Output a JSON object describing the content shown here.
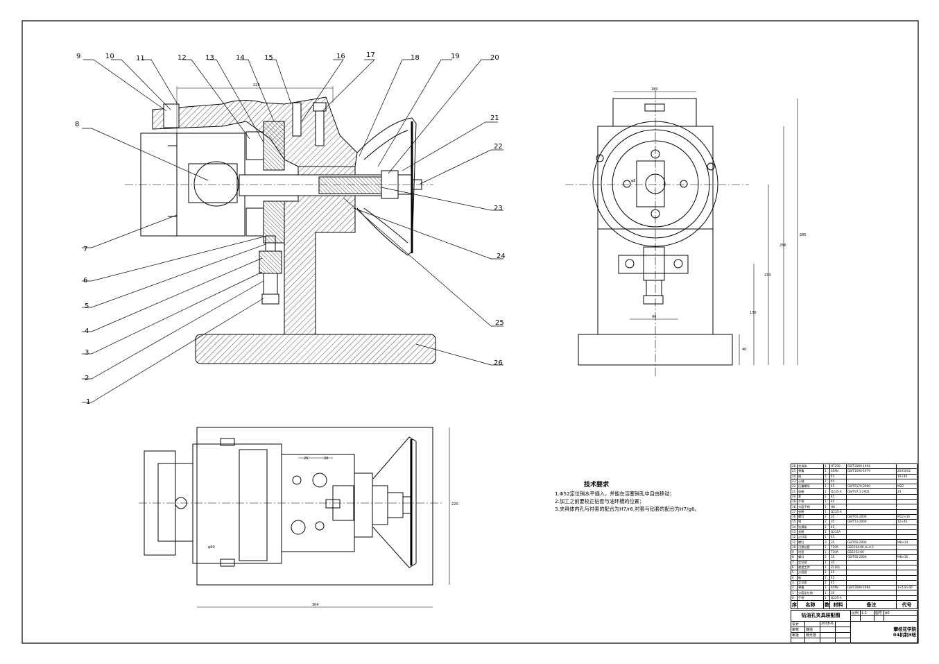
{
  "leaders": [
    "1",
    "2",
    "3",
    "4",
    "5",
    "6",
    "7",
    "8",
    "9",
    "10",
    "11",
    "12",
    "13",
    "14",
    "15",
    "16",
    "17",
    "18",
    "19",
    "20",
    "21",
    "22",
    "23",
    "24",
    "25",
    "26"
  ],
  "dimensions": {
    "front_top": "228",
    "side_width": "180",
    "side_h1": "285",
    "side_h2": "256",
    "side_h3": "233",
    "side_h4": "130",
    "side_h5": "40",
    "side_bottom": "94",
    "side_hole": "φ8",
    "plan_width": "304",
    "plan_height": "220",
    "plan_small_1": "26",
    "plan_small_2": "28",
    "plan_small_3": "φ60"
  },
  "tech_notes": {
    "title": "技术要求",
    "lines": [
      "1.Φ52定位销水平插入，并能在活塞销孔中自由移动；",
      "2.加工之前要校正钻套与油环槽的位置；",
      "3.夹具体内孔与衬套的配合为H7/r6,衬套与钻套的配合为H7/g6。"
    ]
  },
  "bom": {
    "header": [
      "序号",
      "名称",
      "数量",
      "材料",
      "备注",
      "代号"
    ],
    "rows": [
      [
        "26",
        "夹具体",
        "1",
        "HT200",
        "GB/T2089-1994",
        ""
      ],
      [
        "25",
        "弹簧",
        "1",
        "65Mn",
        "GB/T1096-1979",
        "20X50X2"
      ],
      [
        "24",
        "销",
        "1",
        "45",
        "",
        "10×40"
      ],
      [
        "23",
        "心轴",
        "1",
        "45",
        "",
        ""
      ],
      [
        "22",
        "压簧螺母",
        "1",
        "45",
        "GB/T6170-2000",
        "M20"
      ],
      [
        "21",
        "垫圈",
        "1",
        "Q235-A",
        "GB/T97.1-2002",
        "24"
      ],
      [
        "20",
        "套",
        "1",
        "45",
        "",
        ""
      ],
      [
        "19",
        "手柄",
        "1",
        "45",
        "",
        ""
      ],
      [
        "18",
        "分度手柄",
        "1",
        "H8",
        "",
        ""
      ],
      [
        "17",
        "垫圈",
        "1",
        "Q235-A",
        "",
        ""
      ],
      [
        "16",
        "螺钉",
        "2",
        "35",
        "GB/T65-2000",
        "M12×30"
      ],
      [
        "15",
        "销",
        "2",
        "35",
        "GB/T11-2000",
        "12×40"
      ],
      [
        "14",
        "钻模板",
        "1",
        "45",
        "",
        ""
      ],
      [
        "13",
        "垫圈",
        "1",
        "Q235A",
        "",
        ""
      ],
      [
        "12",
        "止口盘",
        "1",
        "45",
        "",
        ""
      ],
      [
        "11",
        "螺钉",
        "3",
        "35",
        "GB/T65-2000",
        "M8×14"
      ],
      [
        "10",
        "可换钻套",
        "1",
        "T10A",
        "GB2264-80 d=4.2",
        ""
      ],
      [
        "9",
        "衬套",
        "1",
        "T10A",
        "GB2263-80",
        ""
      ],
      [
        "8",
        "螺钉",
        "2",
        "35",
        "GB/T65-2000",
        "M8×16"
      ],
      [
        "7",
        "定位销",
        "1",
        "35",
        "",
        ""
      ],
      [
        "6",
        "被加工件",
        "1",
        "ZL101",
        "",
        ""
      ],
      [
        "5",
        "分度盘",
        "1",
        "45",
        "",
        ""
      ],
      [
        "4",
        "板",
        "1",
        "45",
        "",
        ""
      ],
      [
        "3",
        "定位套",
        "1",
        "45",
        "",
        ""
      ],
      [
        "2",
        "弹簧",
        "1",
        "65Mn",
        "GB/T2089-1994",
        "1×4.8×40"
      ],
      [
        "1",
        "分度定位销",
        "1",
        "35",
        "",
        ""
      ],
      [
        "0",
        "手柄",
        "1",
        "Q235-A",
        "",
        ""
      ]
    ]
  },
  "title_block": {
    "drawing_name": "钻油孔夹具装配图",
    "scale_label": "比例",
    "scale_value": "1:1",
    "sheet_label": "图号",
    "sheet_value": "A0",
    "date": "2008-6",
    "row_design": "设计",
    "row_check": "审核",
    "row_approve": "审批",
    "name_check": "魏强",
    "name_approve": "杨光誉",
    "school": "攀枝花学院",
    "class": "04机制3班"
  }
}
